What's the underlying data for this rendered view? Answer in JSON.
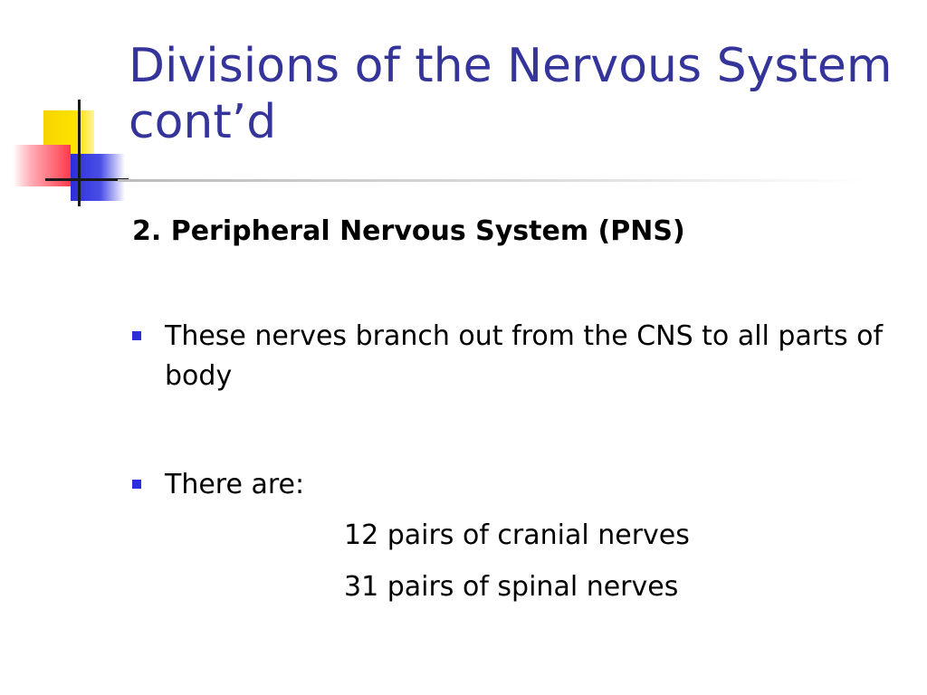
{
  "slide": {
    "title": "Divisions of the Nervous System cont’d",
    "heading": "2. Peripheral Nervous System (PNS)",
    "bullets": [
      "These nerves branch out from the CNS to all parts of body",
      "There are:"
    ],
    "sub_items": [
      "12 pairs of cranial nerves",
      "31 pairs of spinal nerves"
    ]
  },
  "colors": {
    "title": "#34349a",
    "bullet_marker": "#2c2fd9",
    "accent_yellow": "#ffe500",
    "accent_red": "#ff3a4a",
    "accent_blue": "#2c2fd9"
  }
}
